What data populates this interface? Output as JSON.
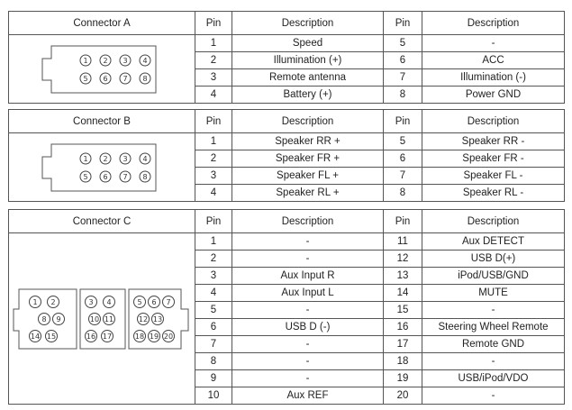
{
  "columns": {
    "connector_a": "Connector A",
    "connector_b": "Connector B",
    "connector_c": "Connector C",
    "pin": "Pin",
    "description": "Description"
  },
  "connector_a": {
    "rows": [
      {
        "pin_l": "1",
        "desc_l": "Speed",
        "pin_r": "5",
        "desc_r": "-"
      },
      {
        "pin_l": "2",
        "desc_l": "Illumination (+)",
        "pin_r": "6",
        "desc_r": "ACC"
      },
      {
        "pin_l": "3",
        "desc_l": "Remote antenna",
        "pin_r": "7",
        "desc_r": "Illumination (-)"
      },
      {
        "pin_l": "4",
        "desc_l": "Battery (+)",
        "pin_r": "8",
        "desc_r": "Power GND"
      }
    ],
    "diagram_pins": [
      "1",
      "2",
      "3",
      "4",
      "5",
      "6",
      "7",
      "8"
    ]
  },
  "connector_b": {
    "rows": [
      {
        "pin_l": "1",
        "desc_l": "Speaker RR +",
        "pin_r": "5",
        "desc_r": "Speaker RR -"
      },
      {
        "pin_l": "2",
        "desc_l": "Speaker FR +",
        "pin_r": "6",
        "desc_r": "Speaker FR -"
      },
      {
        "pin_l": "3",
        "desc_l": "Speaker FL +",
        "pin_r": "7",
        "desc_r": "Speaker FL -"
      },
      {
        "pin_l": "4",
        "desc_l": "Speaker RL +",
        "pin_r": "8",
        "desc_r": "Speaker RL -"
      }
    ],
    "diagram_pins": [
      "1",
      "2",
      "3",
      "4",
      "5",
      "6",
      "7",
      "8"
    ]
  },
  "connector_c": {
    "rows": [
      {
        "pin_l": "1",
        "desc_l": "-",
        "pin_r": "11",
        "desc_r": "Aux DETECT"
      },
      {
        "pin_l": "2",
        "desc_l": "-",
        "pin_r": "12",
        "desc_r": "USB D(+)"
      },
      {
        "pin_l": "3",
        "desc_l": "Aux Input R",
        "pin_r": "13",
        "desc_r": "iPod/USB/GND"
      },
      {
        "pin_l": "4",
        "desc_l": "Aux Input L",
        "pin_r": "14",
        "desc_r": "MUTE"
      },
      {
        "pin_l": "5",
        "desc_l": "-",
        "pin_r": "15",
        "desc_r": "-"
      },
      {
        "pin_l": "6",
        "desc_l": "USB D (-)",
        "pin_r": "16",
        "desc_r": "Steering Wheel Remote"
      },
      {
        "pin_l": "7",
        "desc_l": "-",
        "pin_r": "17",
        "desc_r": "Remote GND"
      },
      {
        "pin_l": "8",
        "desc_l": "-",
        "pin_r": "18",
        "desc_r": "-"
      },
      {
        "pin_l": "9",
        "desc_l": "-",
        "pin_r": "19",
        "desc_r": "USB/iPod/VDO"
      },
      {
        "pin_l": "10",
        "desc_l": "Aux REF",
        "pin_r": "20",
        "desc_r": "-"
      }
    ],
    "diagram_pins": [
      "1",
      "2",
      "3",
      "4",
      "5",
      "6",
      "7",
      "8",
      "9",
      "10",
      "11",
      "12",
      "13",
      "14",
      "15",
      "16",
      "17",
      "18",
      "19",
      "20"
    ]
  }
}
